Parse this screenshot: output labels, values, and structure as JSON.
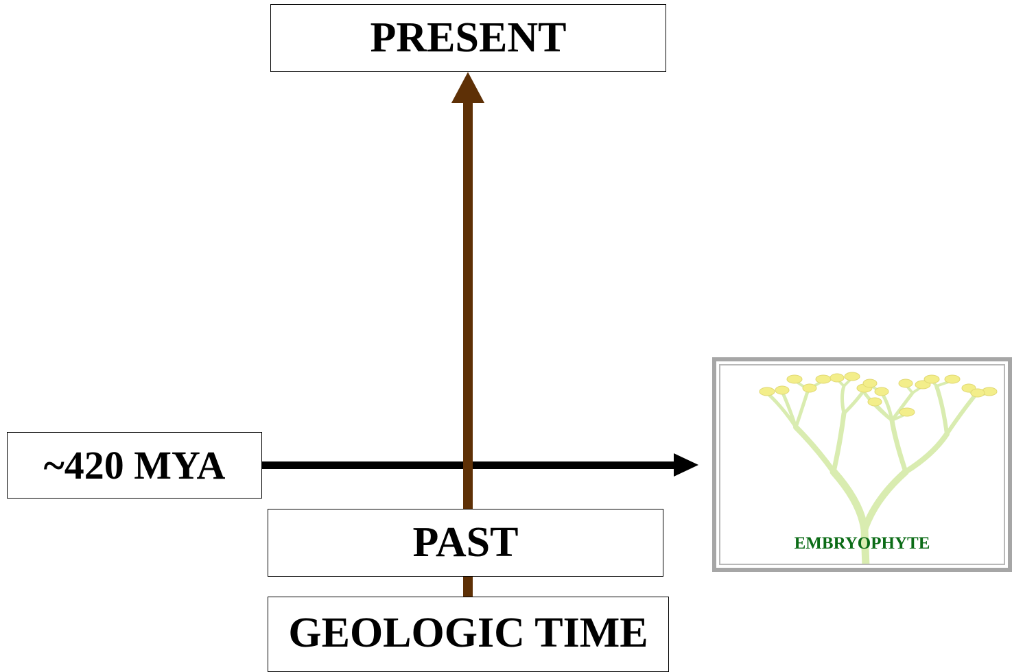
{
  "timeline": {
    "top_label": "PRESENT",
    "bottom_label": "PAST",
    "axis_title": "GEOLOGIC TIME",
    "vertical_arrow_color": "#5e3006"
  },
  "event": {
    "date_label": "~420 MYA",
    "arrow_color": "#000000"
  },
  "illustration": {
    "caption": "EMBRYOPHYTE",
    "caption_color": "#0b6b16",
    "stem_color": "#d9ecb0",
    "sporangia_color": "#f3ee8a"
  }
}
